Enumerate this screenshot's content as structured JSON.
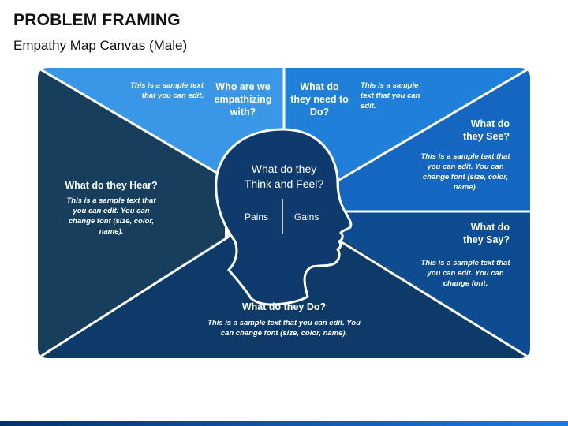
{
  "title": "PROBLEM FRAMING",
  "subtitle": "Empathy Map Canvas (Male)",
  "head": {
    "question": "What do they Think and Feel?",
    "pains": "Pains",
    "gains": "Gains"
  },
  "sections": {
    "who": {
      "heading": "Who are we empathizing with?",
      "text": "This is a sample text that you can edit."
    },
    "do_need": {
      "heading": "What do they need to Do?",
      "text": "This is a sample text that you can edit."
    },
    "see": {
      "heading": "What do they See?",
      "text": "This is a sample text that you can edit. You can change font (size, color, name)."
    },
    "hear": {
      "heading": "What do they Hear?",
      "text": "This is a sample text that you can edit. You can change font (size, color, name)."
    },
    "say": {
      "heading": "What do they Say?",
      "text": "This is a sample text that you can edit. You can change font."
    },
    "do": {
      "heading": "What do they Do?",
      "text": "This is a sample text that you can edit. You can change font (size, color, name)."
    }
  },
  "colors": {
    "who": "#3a96e6",
    "do_need": "#1f7fd9",
    "see": "#1566c0",
    "hear": "#173e5c",
    "say": "#0d4c90",
    "do": "#0e3a6a",
    "head": "#0f3a6e",
    "bottom_bar": "#0b4aa2"
  }
}
